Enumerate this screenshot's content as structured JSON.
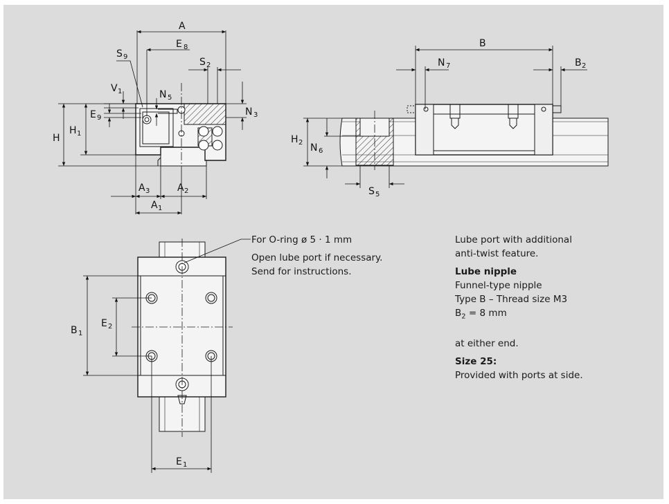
{
  "colors": {
    "panel_background": "#dcdcdc",
    "part_fill": "#f4f4f4",
    "line": "#1a1a1a"
  },
  "labels": {
    "A": "A",
    "E8": "E",
    "E8_sub": "8",
    "S9": "S",
    "S9_sub": "9",
    "S2": "S",
    "S2_sub": "2",
    "V1": "V",
    "V1_sub": "1",
    "N5": "N",
    "N5_sub": "5",
    "N3": "N",
    "N3_sub": "3",
    "E9": "E",
    "E9_sub": "9",
    "H": "H",
    "H1": "H",
    "H1_sub": "1",
    "A3": "A",
    "A3_sub": "3",
    "A2": "A",
    "A2_sub": "2",
    "A1": "A",
    "A1_sub": "1",
    "B": "B",
    "N7": "N",
    "N7_sub": "7",
    "B2": "B",
    "B2_sub": "2",
    "H2": "H",
    "H2_sub": "2",
    "N6": "N",
    "N6_sub": "6",
    "S5": "S",
    "S5_sub": "5",
    "B1": "B",
    "B1_sub": "1",
    "E2": "E",
    "E2_sub": "2",
    "E1": "E",
    "E1_sub": "1"
  },
  "callout": {
    "oring": "For O-ring ø 5 · 1 mm",
    "open_port_line1": "Open lube port if necessary.",
    "open_port_line2": "Send for instructions."
  },
  "notes": {
    "line1": "Lube port with additional",
    "line2": "anti-twist feature.",
    "heading": "Lube nipple",
    "nipple_type": "Funnel-type nipple",
    "thread": "Type B – Thread size M3",
    "b2_symbol": "B",
    "b2_sub": "2",
    "b2_value": " = 8 mm",
    "either_end": "at either end.",
    "size_heading": "Size 25:",
    "size_text": "Provided with ports at side."
  }
}
